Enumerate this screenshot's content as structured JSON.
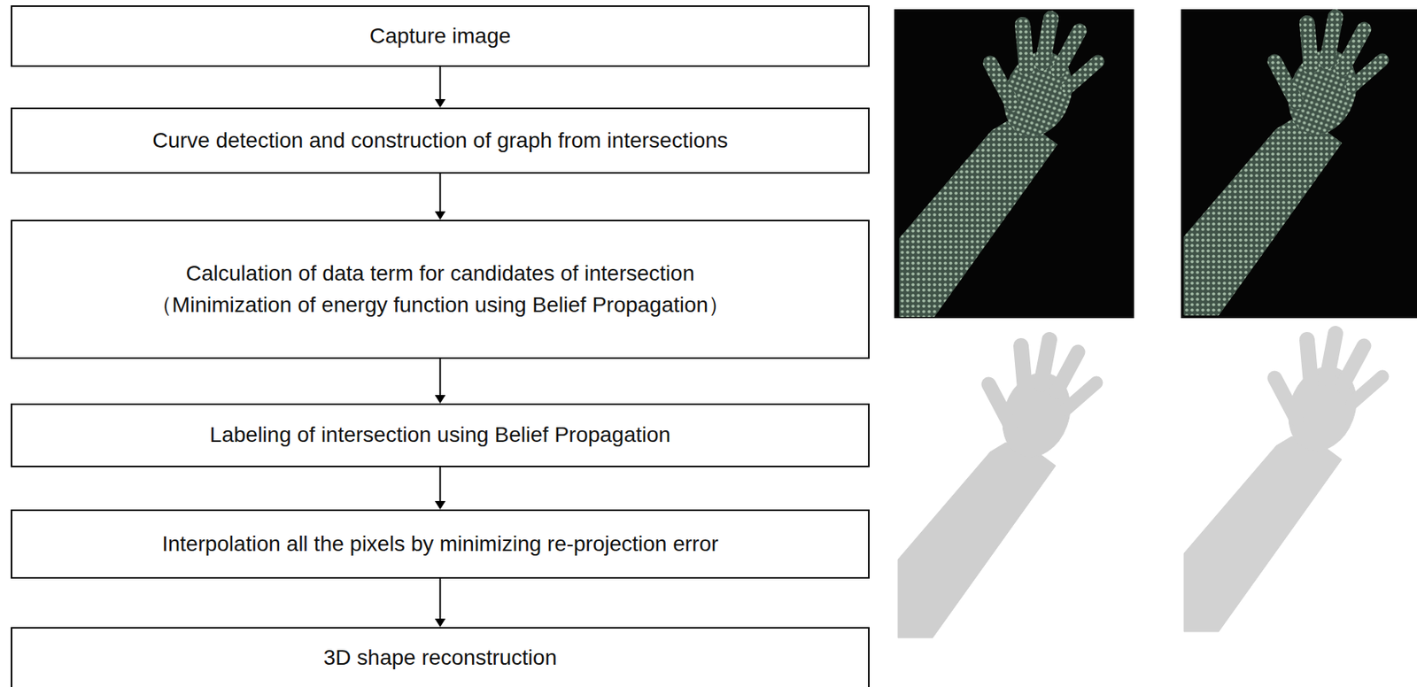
{
  "diagram": {
    "nodes": [
      {
        "text": [
          "Capture image"
        ]
      },
      {
        "text": [
          "Curve detection and construction of graph from intersections"
        ]
      },
      {
        "text": [
          "Calculation of data term for candidates of intersection",
          "（Minimization of energy function using Belief Propagation）"
        ]
      },
      {
        "text": [
          "Labeling of intersection using Belief Propagation"
        ]
      },
      {
        "text": [
          "Interpolation all the pixels by minimizing re-projection error"
        ]
      },
      {
        "text": [
          "3D shape reconstruction"
        ]
      }
    ],
    "edges": [
      {
        "from": 0,
        "to": 1,
        "arrow": "to"
      },
      {
        "from": 1,
        "to": 2,
        "arrow": "to"
      },
      {
        "from": 2,
        "to": 3,
        "arrow": "to"
      },
      {
        "from": 3,
        "to": 4,
        "arrow": "to"
      },
      {
        "from": 4,
        "to": 5,
        "arrow": "to"
      }
    ]
  }
}
